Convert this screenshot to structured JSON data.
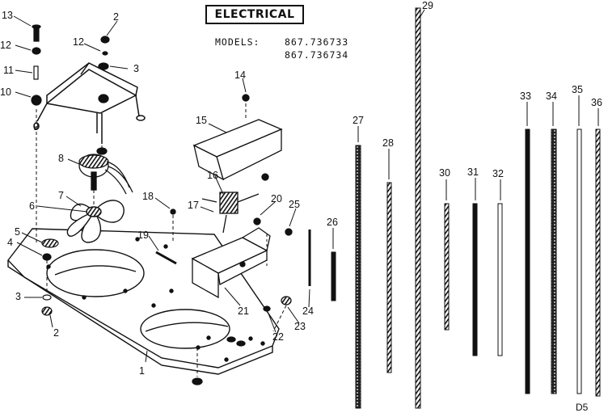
{
  "title": "ELECTRICAL",
  "models": {
    "label": "MODELS:",
    "numbers": [
      "867.736733",
      "867.736734"
    ]
  },
  "part_labels": [
    "1",
    "2",
    "2",
    "3",
    "3",
    "4",
    "5",
    "6",
    "7",
    "8",
    "9",
    "10",
    "11",
    "12",
    "12",
    "13",
    "14",
    "15",
    "16",
    "17",
    "18",
    "19",
    "20",
    "21",
    "22",
    "23",
    "24",
    "25",
    "26",
    "27",
    "28",
    "29",
    "30",
    "31",
    "32",
    "33",
    "34",
    "35",
    "36"
  ],
  "diagram_code": "D5"
}
